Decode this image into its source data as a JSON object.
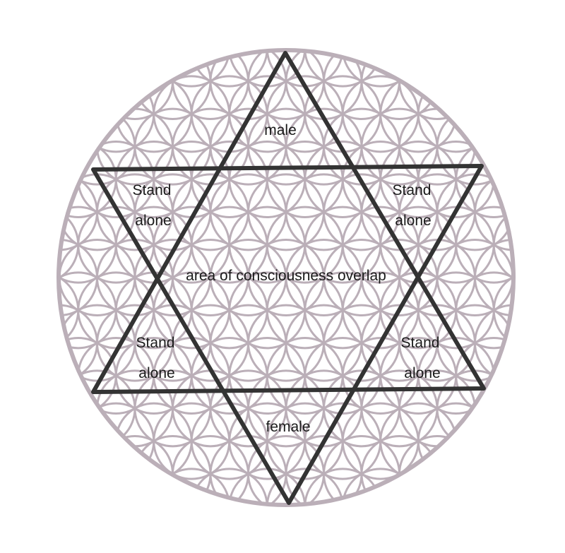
{
  "colors": {
    "background": "#ffffff",
    "flower": "#bbafb8",
    "star": "#333333",
    "text": "#1a1a1a"
  },
  "labels": {
    "top": "male",
    "bottom": "female",
    "center": "area of consciousness overlap",
    "stand_word": "Stand",
    "alone_word": "alone"
  }
}
